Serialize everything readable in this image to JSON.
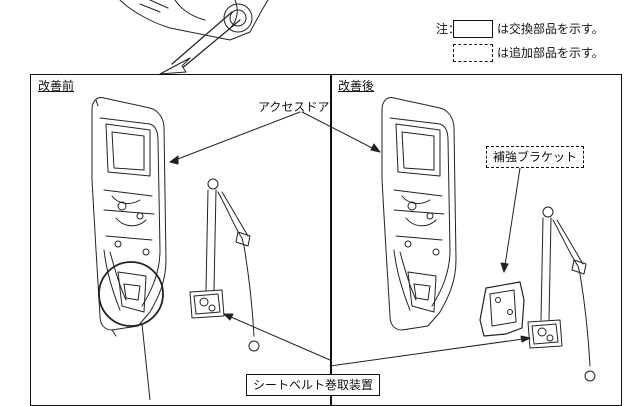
{
  "legend": {
    "note_prefix": "注：",
    "replacement_text": "は交換部品を示す。",
    "addition_text": "は追加部品を示す。"
  },
  "panels": {
    "before_label": "改善前",
    "after_label": "改善後"
  },
  "callouts": {
    "access_door": "アクセスドア",
    "reinforcement_bracket": "補強ブラケット",
    "seatbelt_retractor": "シートベルト巻取装置"
  }
}
